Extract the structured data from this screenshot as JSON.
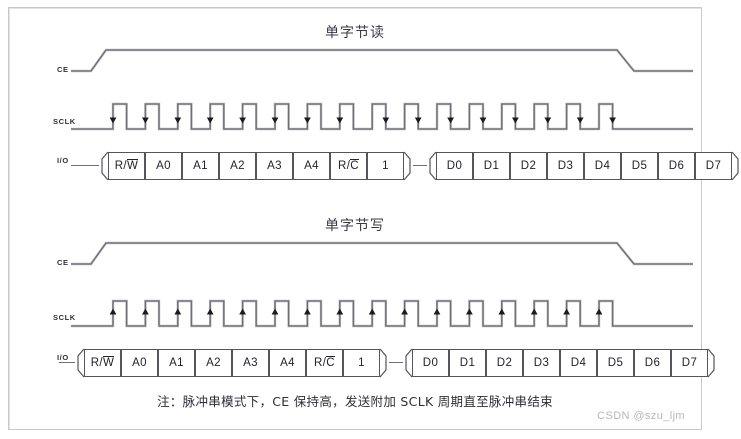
{
  "figure": {
    "note": "注：脉冲串模式下，CE 保持高，发送附加 SCLK 周期直至脉冲串结束",
    "watermark": "CSDN @szu_ljm"
  },
  "sections": [
    {
      "title": "单字节读",
      "signals": {
        "ce": "CE",
        "sclk": "SCLK",
        "io": "I/O"
      },
      "sclk_pulses": 16,
      "command_cells": [
        "R/W",
        "A0",
        "A1",
        "A2",
        "A3",
        "A4",
        "R/C",
        "1"
      ],
      "data_cells": [
        "D0",
        "D1",
        "D2",
        "D3",
        "D4",
        "D5",
        "D6",
        "D7"
      ],
      "overlined": [
        "W",
        "C"
      ],
      "clock_edge_marker": "down-arrow-on-data-phase"
    },
    {
      "title": "单字节写",
      "signals": {
        "ce": "CE",
        "sclk": "SCLK",
        "io": "I/O"
      },
      "sclk_pulses": 16,
      "command_cells": [
        "R/W",
        "A0",
        "A1",
        "A2",
        "A3",
        "A4",
        "R/C",
        "1"
      ],
      "data_cells": [
        "D0",
        "D1",
        "D2",
        "D3",
        "D4",
        "D5",
        "D6",
        "D7"
      ],
      "overlined": [
        "W",
        "C"
      ],
      "clock_edge_marker": "up-arrow-rising-edge"
    }
  ],
  "colors": {
    "line": "#6e6e74",
    "cell_border": "#55555c",
    "text": "#23232b",
    "frame": "#c8c8c8",
    "watermark": "#b6b6bc"
  }
}
